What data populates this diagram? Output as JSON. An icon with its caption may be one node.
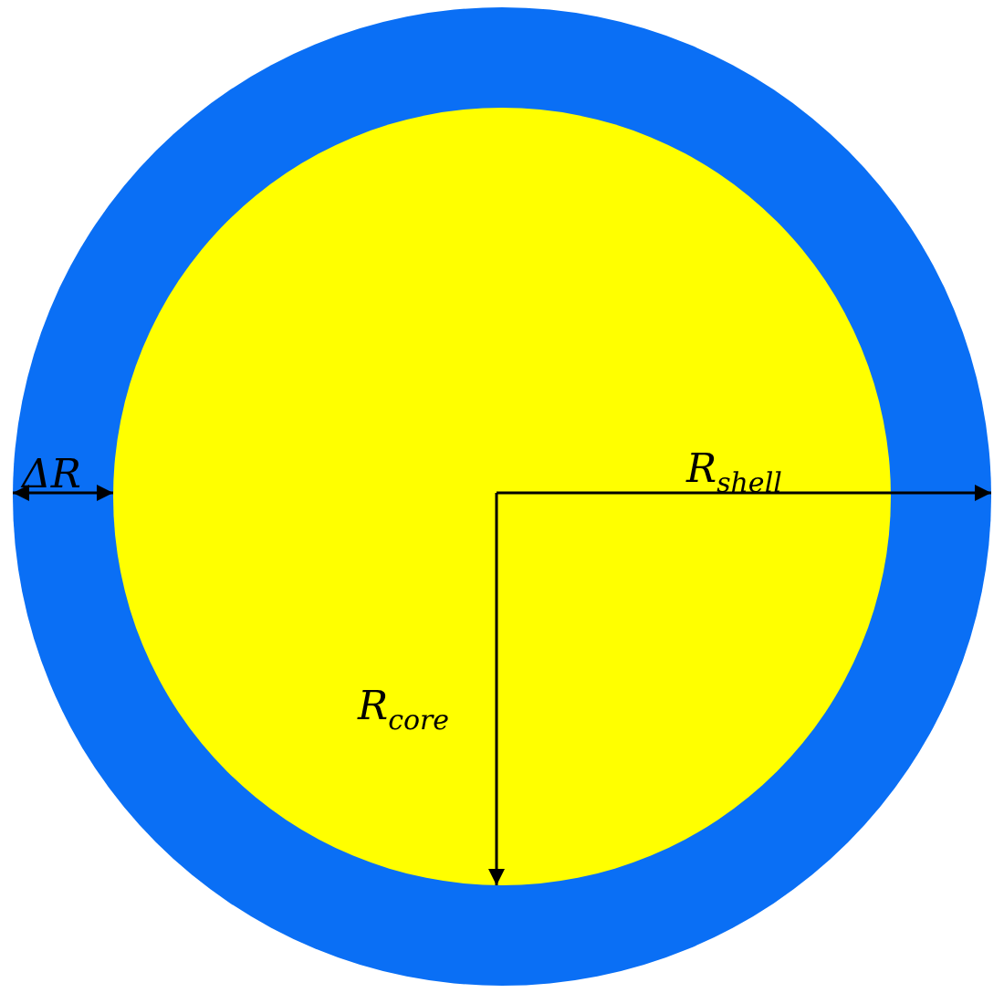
{
  "diagram": {
    "labels": [
      "ΔR",
      "R$_{shell}$",
      "R$_{core}$"
    ]
  }
}
